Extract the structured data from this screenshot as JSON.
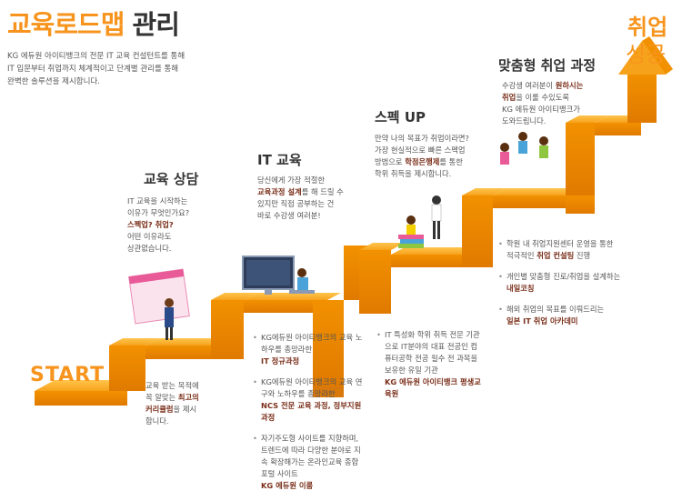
{
  "title": {
    "highlight": "교육로드맵",
    "rest": "관리"
  },
  "intro": [
    "KG 에듀원 아이티뱅크의 전문 IT 교육 컨설턴트를 통해",
    "IT 입문부터 취업까지 체계적이고 단계별 관리를 통해",
    "완벽한 솔루션을 제시합니다."
  ],
  "goal": {
    "line1": "취업",
    "line2": "성공"
  },
  "start_label": "START",
  "stages": {
    "consult": {
      "heading": "교육 상담",
      "lines": [
        "IT 교육을 시작하는",
        "이유가 무엇인가요?"
      ],
      "bold": "스펙업? 취업?",
      "lines2": [
        "어떤 이유라도",
        "상관없습니다."
      ]
    },
    "it": {
      "heading": "IT 교육",
      "line1": "당신에게 가장 적절한",
      "bold": "교육과정 설계",
      "line2_rest": "를 해 드릴 수",
      "line3": "있지만 직접 공부하는 건",
      "line4": "바로 수강생 여러분!"
    },
    "spec": {
      "heading": "스펙 UP",
      "lines": [
        "만약 나의 목표가 취업이라면?",
        "가장 현실적으로 빠른 스펙업",
        "방법으로"
      ],
      "bold": "학점은행제",
      "rest": "를 통한",
      "line_last": "학위 취득을 제시합니다."
    },
    "custom": {
      "heading": "맞춤형 취업 과정",
      "line1": "수강생 여러분이",
      "bold1": "원하시는",
      "bold2": "취업",
      "line2_rest": "을 이룰 수있도록",
      "line3": "KG 에듀원 아이티뱅크가",
      "line4": "도와드립니다."
    }
  },
  "bottom_consult": {
    "lines": [
      "교육 받는 목적에",
      "꼭 알맞는"
    ],
    "bold1": "최고의",
    "bold2": "커리큘럼",
    "rest": "을 제시",
    "last": "합니다."
  },
  "bottom_it": [
    {
      "text": "KG에듀원 아이티뱅크의 교육 노하우를 총망라한",
      "bold": "IT 정규과정"
    },
    {
      "text": "KG에듀원 아이티뱅크의 교육 연구와 노하우를 총망라한",
      "bold": "NCS 전문 교육 과정, 정부지원과정"
    },
    {
      "text": "자기주도형 사이트를 지향하며, 트렌드에 따라 다양한 분야로 지속 확장해가는 온라인교육 종합 포털 사이트",
      "bold": "KG 에듀원 이룸"
    }
  ],
  "bottom_spec": {
    "text": "IT 특성화 학위 취득 전문 기관으로 IT분야의 대표 전공인 컴퓨터공학 전공 필수 전 과목을 보유한 유일 기관",
    "bold": "KG 에듀원 아이티뱅크 평생교육원"
  },
  "bottom_custom": [
    {
      "text": "학원 내 취업지원센터 운영을 통한 적극적인",
      "bold": "취업 컨설팅",
      "rest": " 진행"
    },
    {
      "text": "개인별 맞춤형 진로/취업을 설계하는",
      "bold": "내일코칭",
      "rest": ""
    },
    {
      "text": "해외 취업의 목표를 이뤄드리는",
      "bold": "일본 IT 취업 아카데미",
      "rest": ""
    }
  ],
  "colors": {
    "accent": "#f7941d",
    "accent_dark": "#d9790c",
    "text": "#444444",
    "bold": "#7a2f1a"
  }
}
